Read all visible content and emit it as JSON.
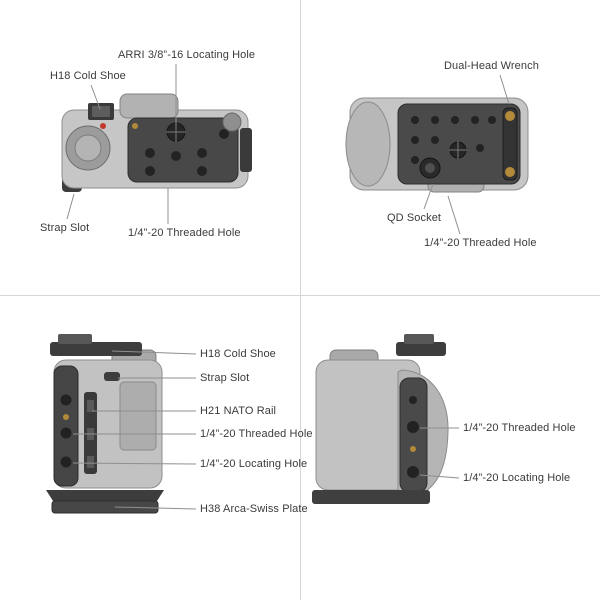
{
  "colors": {
    "background": "#ffffff",
    "divider": "#d6d6d6",
    "leader_line": "#8f8f8f",
    "label_text": "#3b3b3b",
    "cage_dark": "#464646",
    "camera_body": "#c4c4c4",
    "hole_dark": "#232323",
    "accent_gold": "#b28a3a"
  },
  "views": {
    "top": {
      "labels": {
        "arri_locating_hole": "ARRI 3/8”-16 Locating Hole",
        "cold_shoe": "H18 Cold Shoe",
        "strap_slot": "Strap Slot",
        "threaded_hole": "1/4”-20 Threaded Hole"
      }
    },
    "bottom": {
      "labels": {
        "dual_head_wrench": "Dual-Head Wrench",
        "qd_socket": "QD Socket",
        "threaded_hole": "1/4”-20 Threaded Hole"
      }
    },
    "left_side": {
      "labels": {
        "cold_shoe": "H18 Cold Shoe",
        "strap_slot": "Strap Slot",
        "nato_rail": "H21 NATO Rail",
        "threaded_hole": "1/4”-20 Threaded Hole",
        "locating_hole": "1/4”-20 Locating Hole",
        "arca_swiss_plate": "H38 Arca-Swiss Plate"
      }
    },
    "right_side": {
      "labels": {
        "threaded_hole": "1/4”-20 Threaded Hole",
        "locating_hole": "1/4”-20 Locating Hole"
      }
    }
  }
}
